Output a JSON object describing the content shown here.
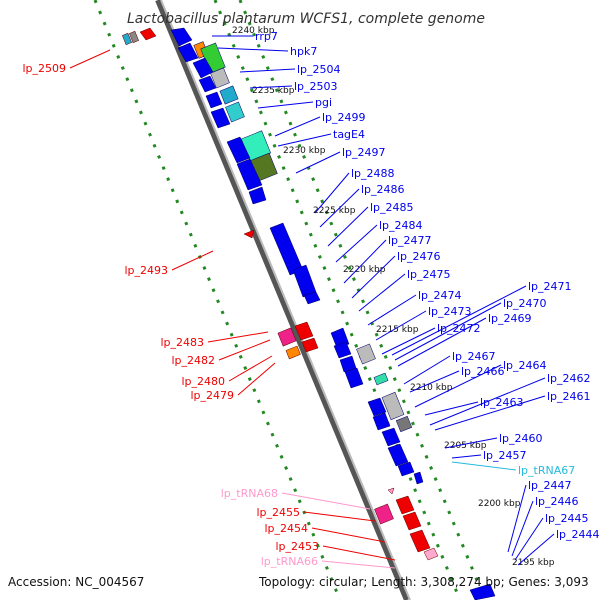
{
  "title": "Lactobacillus plantarum WCFS1, complete genome",
  "accession": "Accession: NC_004567",
  "topology": "Topology: circular; Length: 3,308,274 bp; Genes: 3,093",
  "colors": {
    "forward": "#0000ee",
    "reverse": "#ee0000",
    "trna_fwd": "#22bbdd",
    "trna_rev": "#ff99cc",
    "backbone": "#888888",
    "dots": "#228822"
  },
  "ticks": [
    "2240 kbp",
    "2235 kbp",
    "2230 kbp",
    "2225 kbp",
    "2220 kbp",
    "2215 kbp",
    "2210 kbp",
    "2205 kbp",
    "2200 kbp",
    "2195 kbp"
  ],
  "right_labels": [
    "rrp7",
    "hpk7",
    "lp_2504",
    "lp_2503",
    "pgi",
    "lp_2499",
    "tagE4",
    "lp_2497",
    "lp_2488",
    "lp_2486",
    "lp_2485",
    "lp_2484",
    "lp_2477",
    "lp_2476",
    "lp_2475",
    "lp_2474",
    "lp_2473",
    "lp_2472",
    "lp_2471",
    "lp_2470",
    "lp_2469",
    "lp_2467",
    "lp_2466",
    "lp_2464",
    "lp_2463",
    "lp_2462",
    "lp_2461",
    "lp_2460",
    "lp_2457",
    "lp_tRNA67",
    "lp_2447",
    "lp_2446",
    "lp_2445",
    "lp_2444"
  ],
  "left_labels": [
    "lp_2509",
    "lp_2493",
    "lp_2483",
    "lp_2482",
    "lp_2480",
    "lp_2479",
    "lp_tRNA68",
    "lp_2455",
    "lp_2454",
    "lp_2453",
    "lp_tRNA66"
  ]
}
